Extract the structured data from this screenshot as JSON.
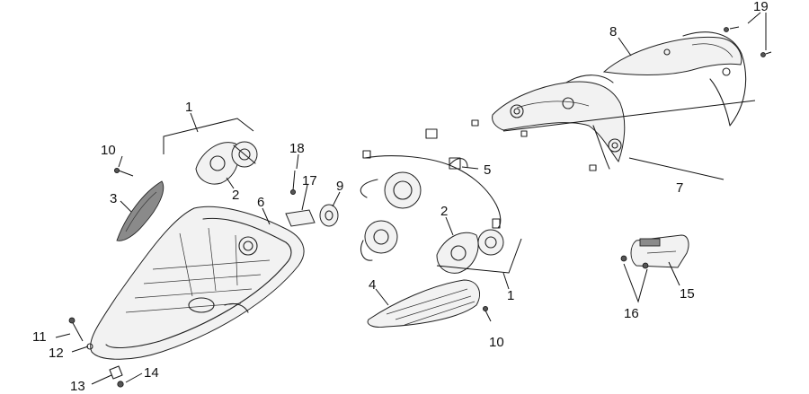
{
  "callouts": {
    "c1a": "1",
    "c1b": "1",
    "c2a": "2",
    "c2b": "2",
    "c3": "3",
    "c4": "4",
    "c5": "5",
    "c6": "6",
    "c7": "7",
    "c8": "8",
    "c9": "9",
    "c10a": "10",
    "c10b": "10",
    "c11": "11",
    "c12": "12",
    "c13": "13",
    "c14": "14",
    "c15": "15",
    "c16": "16",
    "c17": "17",
    "c18": "18",
    "c19": "19"
  }
}
